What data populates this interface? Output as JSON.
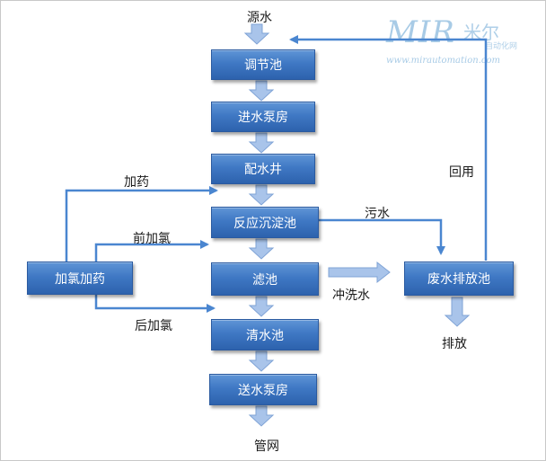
{
  "title": "",
  "nodes": {
    "source": "源水",
    "tiaojie": "调节池",
    "jinshui": "进水泵房",
    "peishui": "配水井",
    "fanying": "反应沉淀池",
    "lvchi": "滤池",
    "qingshui": "清水池",
    "songshui": "送水泵房",
    "guanwang": "管网",
    "jialv": "加氯加药",
    "feishui": "废水排放池",
    "paifang": "排放"
  },
  "edge_labels": {
    "jiayao": "加药",
    "qianjialv": "前加氯",
    "houjialv": "后加氯",
    "wushui": "污水",
    "chongxi": "冲洗水",
    "huiyong": "回用"
  },
  "watermark": {
    "brand": "MIR",
    "brand_cn": "米尔",
    "sub": "自动化网",
    "url": "www.mirautomation.com"
  },
  "colors": {
    "box": "#3f78c4",
    "arrow_fill": "#a9c4ea",
    "line": "#4a86d0"
  }
}
